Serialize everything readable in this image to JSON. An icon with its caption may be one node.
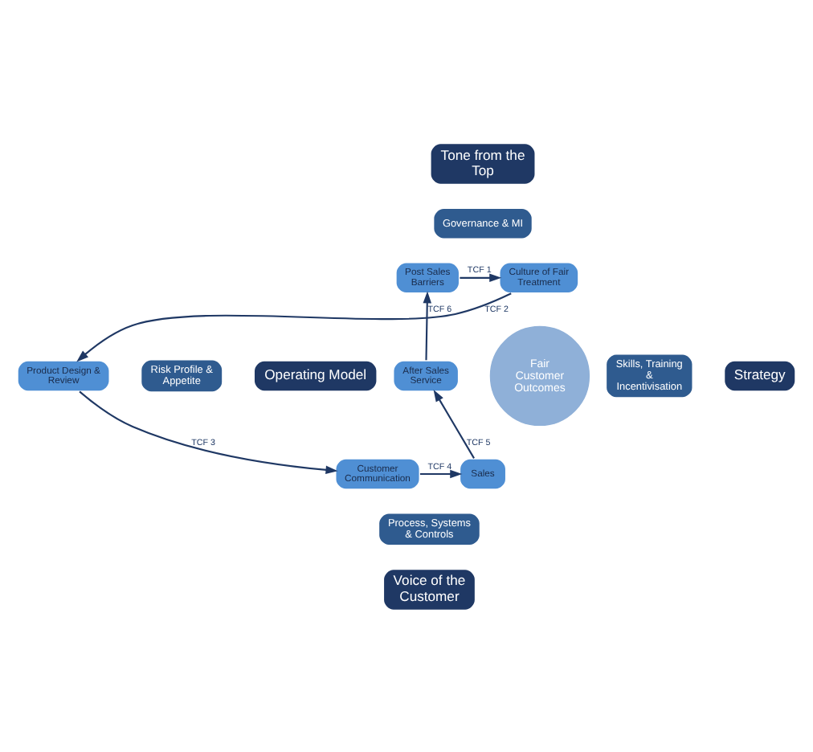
{
  "diagram": {
    "nodes": [
      {
        "text": [
          "Tone from the Top"
        ]
      },
      {
        "text": [
          "Strategy"
        ]
      },
      {
        "text": [
          "Operating Model"
        ]
      },
      {
        "text": [
          "Voice of the Customer"
        ]
      },
      {
        "text": [
          "Governance & MI"
        ]
      },
      {
        "text": [
          "Skills, Training & Incentivisation"
        ]
      },
      {
        "text": [
          "Risk Profile & Appetite"
        ]
      },
      {
        "text": [
          "Process, Systems & Controls"
        ]
      },
      {
        "text": [
          "Post Sales Barriers"
        ]
      },
      {
        "text": [
          "Culture of Fair Treatment"
        ]
      },
      {
        "text": [
          "After Sales Service"
        ]
      },
      {
        "text": [
          "Fair Customer Outcomes"
        ]
      },
      {
        "text": [
          "Product Design & Review"
        ]
      },
      {
        "text": [
          "Customer Communication"
        ]
      },
      {
        "text": [
          "Sales"
        ]
      }
    ],
    "edges": [
      {
        "from": 8,
        "to": 9,
        "arrow": "to",
        "label": "TCF 1"
      },
      {
        "from": 9,
        "to": 12,
        "arrow": "to",
        "label": "TCF 2"
      },
      {
        "from": 12,
        "to": 13,
        "arrow": "to",
        "label": "TCF 3"
      },
      {
        "from": 13,
        "to": 14,
        "arrow": "to",
        "label": "TCF 4"
      },
      {
        "from": 14,
        "to": 10,
        "arrow": "to",
        "label": "TCF 5"
      },
      {
        "from": 10,
        "to": 8,
        "arrow": "to",
        "label": "TCF 6"
      }
    ]
  }
}
